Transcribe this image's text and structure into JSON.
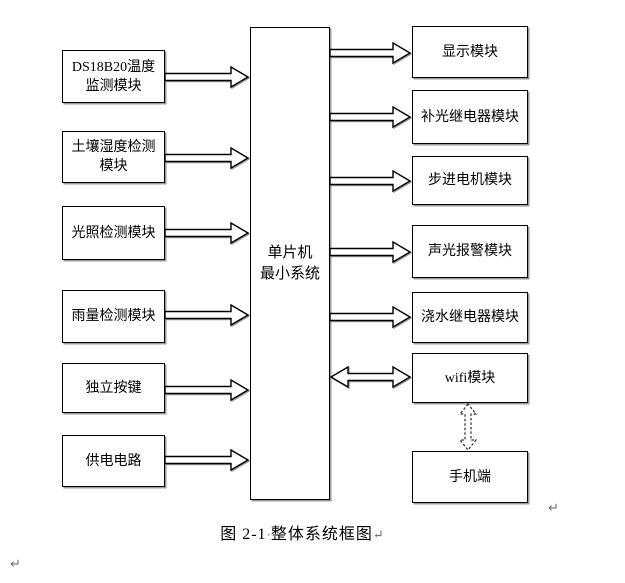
{
  "mcu": {
    "line1": "单片机",
    "line2": "最小系统"
  },
  "left_modules": [
    "DS18B20温度监测模块",
    "土壤湿度检测模块",
    "光照检测模块",
    "雨量检测模块",
    "独立按键",
    "供电电路"
  ],
  "right_modules": [
    "显示模块",
    "补光继电器模块",
    "步进电机模块",
    "声光报警模块",
    "浇水继电器模块",
    "wifi模块",
    "手机端"
  ],
  "caption": {
    "label": "图 2-1",
    "space_dot": "·",
    "title": "整体系统框图",
    "return_mark": "↵"
  },
  "marks": {
    "after_diagram": "↵",
    "bottom_left": "↵"
  },
  "colors": {
    "line": "#000000",
    "fill": "#ffffff",
    "shadow": "#9a9a9a",
    "mark_gray": "#707070"
  }
}
